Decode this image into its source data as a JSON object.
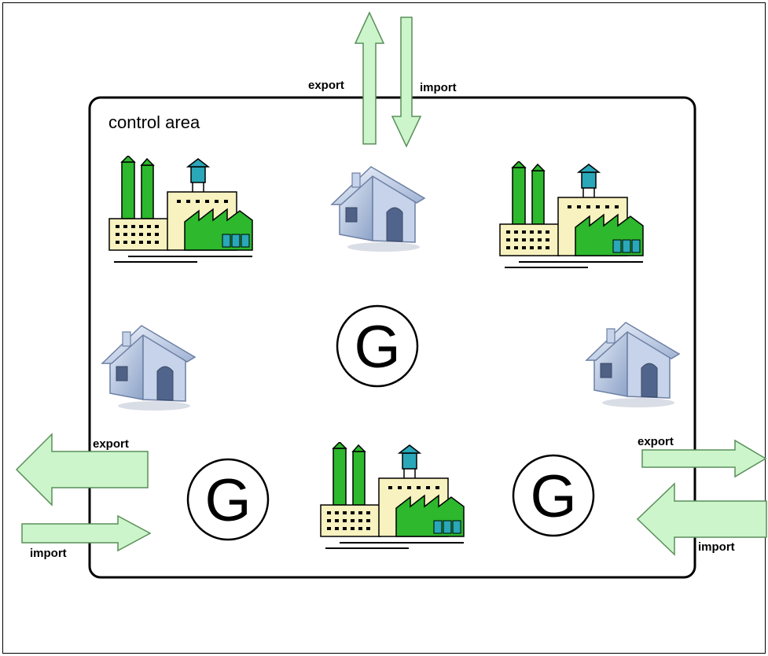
{
  "labels": {
    "control_area": "control area",
    "top_export": "export",
    "top_import": "import",
    "left_export": "export",
    "left_import": "import",
    "right_export": "export",
    "right_import": "import"
  },
  "generators": [
    {
      "letter": "G"
    },
    {
      "letter": "G"
    },
    {
      "letter": "G"
    }
  ],
  "icons": {
    "factory": "factory-icon",
    "house": "house-icon",
    "generator": "generator-icon",
    "arrow": "arrow-icon"
  },
  "colors": {
    "arrow_fill": "#ccf5cc",
    "arrow_stroke": "#5a8f5a",
    "factory_green": "#2db82d",
    "factory_cream": "#f7f2bf",
    "factory_teal": "#2aa7b8",
    "house_blue": "#b7c7e2",
    "house_dark": "#5b6f93",
    "border": "#000000"
  }
}
